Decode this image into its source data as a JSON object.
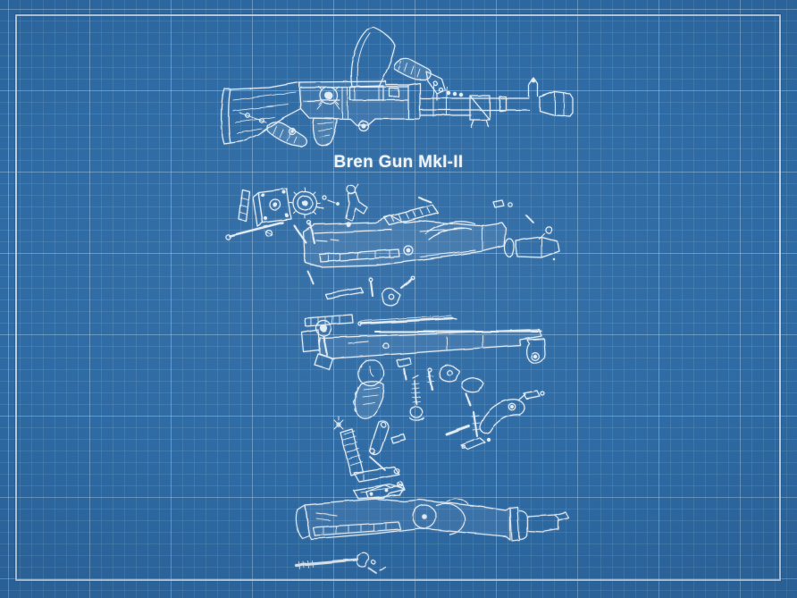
{
  "page": {
    "title": "Bren Gun MkI-II",
    "colors": {
      "background": "#2d68a2",
      "background_edge": "#1b4877",
      "grid_minor": "rgba(190,216,238,0.13)",
      "grid_major": "rgba(214,233,247,0.26)",
      "frame": "#d7e4ef",
      "ink": "#edf4f9"
    }
  },
  "drawing": {
    "subject": "Bren Gun MkI-II",
    "style": "blueprint-line-art",
    "views": [
      "assembled-side-view",
      "exploded-parts-view"
    ]
  }
}
